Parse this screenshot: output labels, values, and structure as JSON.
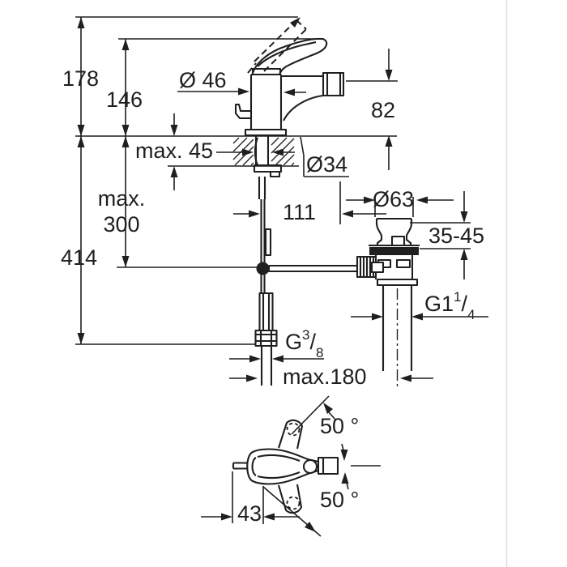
{
  "colors": {
    "ink": "#1f1f1f",
    "paper": "#ffffff",
    "border": "#e0e0e0"
  },
  "drawing": {
    "labels": {
      "total_height": "178",
      "handle_height": "146",
      "body_diameter": "Ø 46",
      "spout_height": "82",
      "deck_max": "max. 45",
      "hole_diameter": "Ø34",
      "hose_max_line1": "max.",
      "hose_max_line2": "300",
      "overall_depth": "414",
      "rod_offset": "111",
      "waste_diameter": "Ø63",
      "waste_range": "35-45",
      "drain_thread": {
        "base": "G1",
        "sup": "1",
        "slash": "/",
        "sub": "4"
      },
      "supply_thread": {
        "base": "G",
        "sup": "3",
        "slash": "/",
        "sub": "8"
      },
      "reach_max": "max.180",
      "swivel_up": "50 °",
      "swivel_down": "50 °",
      "handle_offset": "43"
    }
  }
}
